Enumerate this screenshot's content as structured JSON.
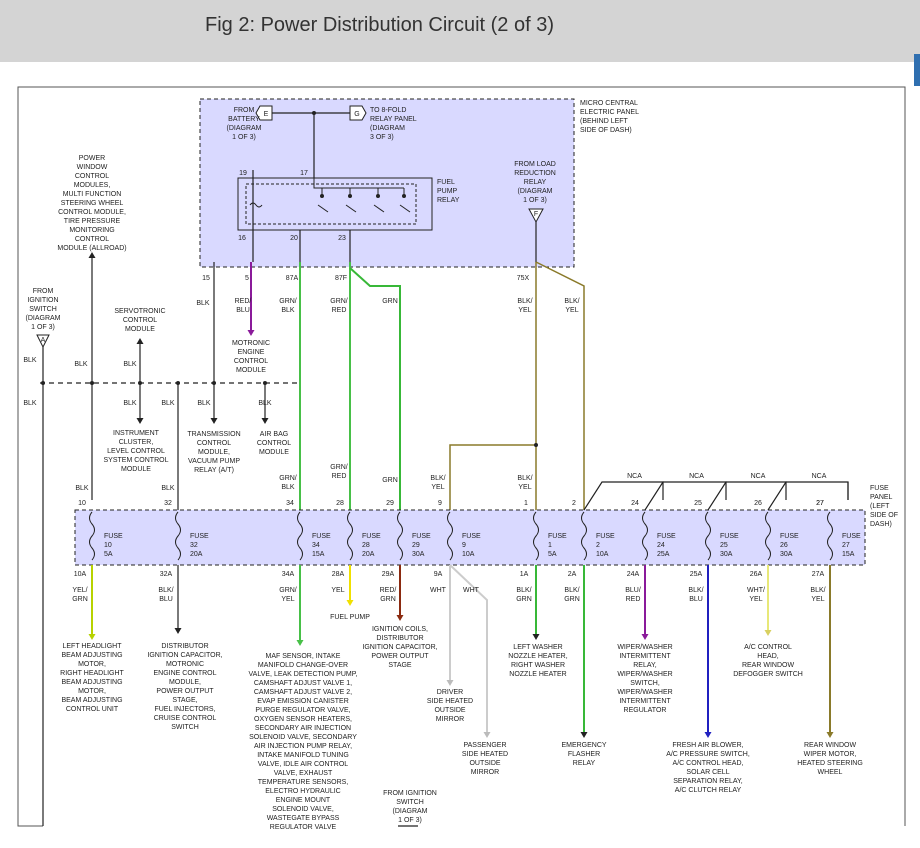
{
  "title": "Fig 2: Power Distribution Circuit (2 of 3)",
  "top_labels": {
    "from_battery": [
      "FROM",
      "BATTERY",
      "(DIAGRAM",
      "1 OF 3)"
    ],
    "to_relay_panel": [
      "TO 8-FOLD",
      "RELAY PANEL",
      "(DIAGRAM",
      "3 OF 3)"
    ],
    "micro_panel": [
      "MICRO CENTRAL",
      "ELECTRIC PANEL",
      "(BEHIND LEFT",
      "SIDE OF DASH)"
    ],
    "fuel_pump_relay": [
      "FUEL",
      "PUMP",
      "RELAY"
    ],
    "from_load_reduction": [
      "FROM LOAD",
      "REDUCTION",
      "RELAY",
      "(DIAGRAM",
      "1 OF 3)"
    ],
    "connector_e": "E",
    "connector_g": "G",
    "connector_f": "F",
    "connector_a": "A",
    "relay_pins": [
      "19",
      "17",
      "16",
      "20",
      "23"
    ]
  },
  "left_labels": {
    "power_window": [
      "POWER",
      "WINDOW",
      "CONTROL",
      "MODULES,",
      "MULTI FUNCTION",
      "STEERING WHEEL",
      "CONTROL MODULE,",
      "TIRE PRESSURE",
      "MONITORING",
      "CONTROL",
      "MODULE (ALLROAD)"
    ],
    "from_ignition": [
      "FROM",
      "IGNITION",
      "SWITCH",
      "(DIAGRAM",
      "1 OF 3)"
    ],
    "servotronic": [
      "SERVOTRONIC",
      "CONTROL",
      "MODULE"
    ],
    "motronic": [
      "MOTRONIC",
      "ENGINE",
      "CONTROL",
      "MODULE"
    ],
    "instrument_cluster": [
      "INSTRUMENT",
      "CLUSTER,",
      "LEVEL CONTROL",
      "SYSTEM CONTROL",
      "MODULE"
    ],
    "transmission": [
      "TRANSMISSION",
      "CONTROL",
      "MODULE,",
      "VACUUM PUMP",
      "RELAY (A/T)"
    ],
    "airbag": [
      "AIR BAG",
      "CONTROL",
      "MODULE"
    ]
  },
  "wire_labels": [
    {
      "id": "p15",
      "text": "15"
    },
    {
      "id": "p5",
      "text": "5"
    },
    {
      "id": "p87a",
      "text": "87A"
    },
    {
      "id": "p87f",
      "text": "87F"
    },
    {
      "id": "p75x",
      "text": "75X"
    },
    {
      "id": "blk1",
      "text": "BLK"
    },
    {
      "id": "redblu_a",
      "text": "RED/"
    },
    {
      "id": "redblu_b",
      "text": "BLU"
    },
    {
      "id": "grnblk_a",
      "text": "GRN/"
    },
    {
      "id": "grnblk_b",
      "text": "BLK"
    },
    {
      "id": "grnred_a",
      "text": "GRN/"
    },
    {
      "id": "grnred_b",
      "text": "RED"
    },
    {
      "id": "grn1",
      "text": "GRN"
    },
    {
      "id": "blkyel1_a",
      "text": "BLK/"
    },
    {
      "id": "blkyel1_b",
      "text": "YEL"
    },
    {
      "id": "blkyel2_a",
      "text": "BLK/"
    },
    {
      "id": "blkyel2_b",
      "text": "YEL"
    },
    {
      "id": "blkA",
      "text": "BLK"
    },
    {
      "id": "blkB",
      "text": "BLK"
    },
    {
      "id": "blkC",
      "text": "BLK"
    },
    {
      "id": "blkD",
      "text": "BLK"
    },
    {
      "id": "blkE",
      "text": "BLK"
    },
    {
      "id": "blkF",
      "text": "BLK"
    },
    {
      "id": "blkG",
      "text": "BLK"
    },
    {
      "id": "blkH",
      "text": "BLK"
    },
    {
      "id": "blkI",
      "text": "BLK"
    },
    {
      "id": "blkJ",
      "text": "BLK"
    },
    {
      "id": "grnblk2_a",
      "text": "GRN/"
    },
    {
      "id": "grnblk2_b",
      "text": "BLK"
    },
    {
      "id": "grnred2_a",
      "text": "GRN/"
    },
    {
      "id": "grnred2_b",
      "text": "RED"
    },
    {
      "id": "grn2",
      "text": "GRN"
    },
    {
      "id": "blkyel3_a",
      "text": "BLK/"
    },
    {
      "id": "blkyel3_b",
      "text": "YEL"
    },
    {
      "id": "blkyel4_a",
      "text": "BLK/"
    },
    {
      "id": "blkyel4_b",
      "text": "YEL"
    },
    {
      "id": "nca1",
      "text": "NCA"
    },
    {
      "id": "nca2",
      "text": "NCA"
    },
    {
      "id": "nca3",
      "text": "NCA"
    },
    {
      "id": "nca4",
      "text": "NCA"
    }
  ],
  "fuse_panel_label": [
    "FUSE",
    "PANEL",
    "(LEFT",
    "SIDE OF",
    "DASH)"
  ],
  "fuses": [
    {
      "top": "10",
      "num": "10",
      "amp": "5A",
      "bot": "10A",
      "c1": "YEL/",
      "c2": "GRN"
    },
    {
      "top": "32",
      "num": "32",
      "amp": "20A",
      "bot": "32A",
      "c1": "BLK/",
      "c2": "BLU"
    },
    {
      "top": "34",
      "num": "34",
      "amp": "15A",
      "bot": "34A",
      "c1": "GRN/",
      "c2": "YEL"
    },
    {
      "top": "28",
      "num": "28",
      "amp": "20A",
      "bot": "28A",
      "c1": "YEL",
      "c2": ""
    },
    {
      "top": "29",
      "num": "29",
      "amp": "30A",
      "bot": "29A",
      "c1": "RED/",
      "c2": "GRN"
    },
    {
      "top": "9",
      "num": "9",
      "amp": "10A",
      "bot": "9A",
      "c1": "WHT",
      "c2": ""
    },
    {
      "top": "1",
      "num": "1",
      "amp": "5A",
      "bot": "1A",
      "c1": "BLK/",
      "c2": "GRN"
    },
    {
      "top": "2",
      "num": "2",
      "amp": "10A",
      "bot": "2A",
      "c1": "BLK/",
      "c2": "GRN"
    },
    {
      "top": "24",
      "num": "24",
      "amp": "25A",
      "bot": "24A",
      "c1": "BLU/",
      "c2": "RED"
    },
    {
      "top": "25",
      "num": "25",
      "amp": "30A",
      "bot": "25A",
      "c1": "BLK/",
      "c2": "BLU"
    },
    {
      "top": "26",
      "num": "26",
      "amp": "30A",
      "bot": "26A",
      "c1": "WHT/",
      "c2": "YEL"
    },
    {
      "top": "27",
      "num": "27",
      "amp": "15A",
      "bot": "27A",
      "c1": "BLK/",
      "c2": "YEL"
    }
  ],
  "fuse_word": "FUSE",
  "extra_wht": "WHT",
  "loads": {
    "headlight": [
      "LEFT HEADLIGHT",
      "BEAM ADJUSTING",
      "MOTOR,",
      "RIGHT HEADLIGHT",
      "BEAM ADJUSTING",
      "MOTOR,",
      "BEAM ADJUSTING",
      "CONTROL UNIT"
    ],
    "distributor": [
      "DISTRIBUTOR",
      "IGNITION CAPACITOR,",
      "MOTRONIC",
      "ENGINE CONTROL",
      "MODULE,",
      "POWER OUTPUT",
      "STAGE,",
      "FUEL INJECTORS,",
      "CRUISE CONTROL",
      "SWITCH"
    ],
    "maf": [
      "MAF SENSOR, INTAKE",
      "MANIFOLD CHANGE-OVER",
      "VALVE, LEAK DETECTION PUMP,",
      "CAMSHAFT ADJUST VALVE 1,",
      "CAMSHAFT ADJUST VALVE 2,",
      "EVAP EMISSION CANISTER",
      "PURGE REGULATOR VALVE,",
      "OXYGEN SENSOR HEATERS,",
      "SECONDARY AIR INJECTION",
      "SOLENOID VALVE, SECONDARY",
      "AIR INJECTION PUMP RELAY,",
      "INTAKE MANIFOLD TUNING",
      "VALVE, IDLE AIR CONTROL",
      "VALVE, EXHAUST",
      "TEMPERATURE SENSORS,",
      "ELECTRO HYDRAULIC",
      "ENGINE MOUNT",
      "SOLENOID VALVE,",
      "WASTEGATE BYPASS",
      "REGULATOR VALVE"
    ],
    "fuel_pump": [
      "FUEL PUMP"
    ],
    "ignition_coils": [
      "IGNITION COILS,",
      "DISTRIBUTOR",
      "IGNITION CAPACITOR,",
      "POWER OUTPUT",
      "STAGE"
    ],
    "driver_mirror": [
      "DRIVER",
      "SIDE HEATED",
      "OUTSIDE",
      "MIRROR"
    ],
    "passenger_mirror": [
      "PASSENGER",
      "SIDE HEATED",
      "OUTSIDE",
      "MIRROR"
    ],
    "from_ignition2": [
      "FROM IGNITION",
      "SWITCH",
      "(DIAGRAM",
      "1 OF 3)"
    ],
    "washer": [
      "LEFT WASHER",
      "NOZZLE HEATER,",
      "RIGHT WASHER",
      "NOZZLE HEATER"
    ],
    "flasher": [
      "EMERGENCY",
      "FLASHER",
      "RELAY"
    ],
    "wiper": [
      "WIPER/WASHER",
      "INTERMITTENT",
      "RELAY,",
      "WIPER/WASHER",
      "SWITCH,",
      "WIPER/WASHER",
      "INTERMITTENT",
      "REGULATOR"
    ],
    "fresh_air": [
      "FRESH AIR BLOWER,",
      "A/C PRESSURE SWITCH,",
      "A/C CONTROL HEAD,",
      "SOLAR CELL",
      "SEPARATION RELAY,",
      "A/C CLUTCH RELAY"
    ],
    "ac_head": [
      "A/C CONTROL",
      "HEAD,",
      "REAR WINDOW",
      "DEFOGGER SWITCH"
    ],
    "rear_wiper": [
      "REAR WINDOW",
      "WIPER MOTOR,",
      "HEATED STEERING",
      "WHEEL"
    ]
  },
  "colors": {
    "panel_fill": "#d9d9ff",
    "yel_grn": "#b7d200",
    "grn_yel": "#48c048",
    "yel": "#f0e000",
    "red_grn": "#8b2a10",
    "grn": "#38b838",
    "purple": "#8a1a9a",
    "olive": "#8a7a2a",
    "blue": "#2020c0",
    "brown": "#6a4a2a"
  }
}
